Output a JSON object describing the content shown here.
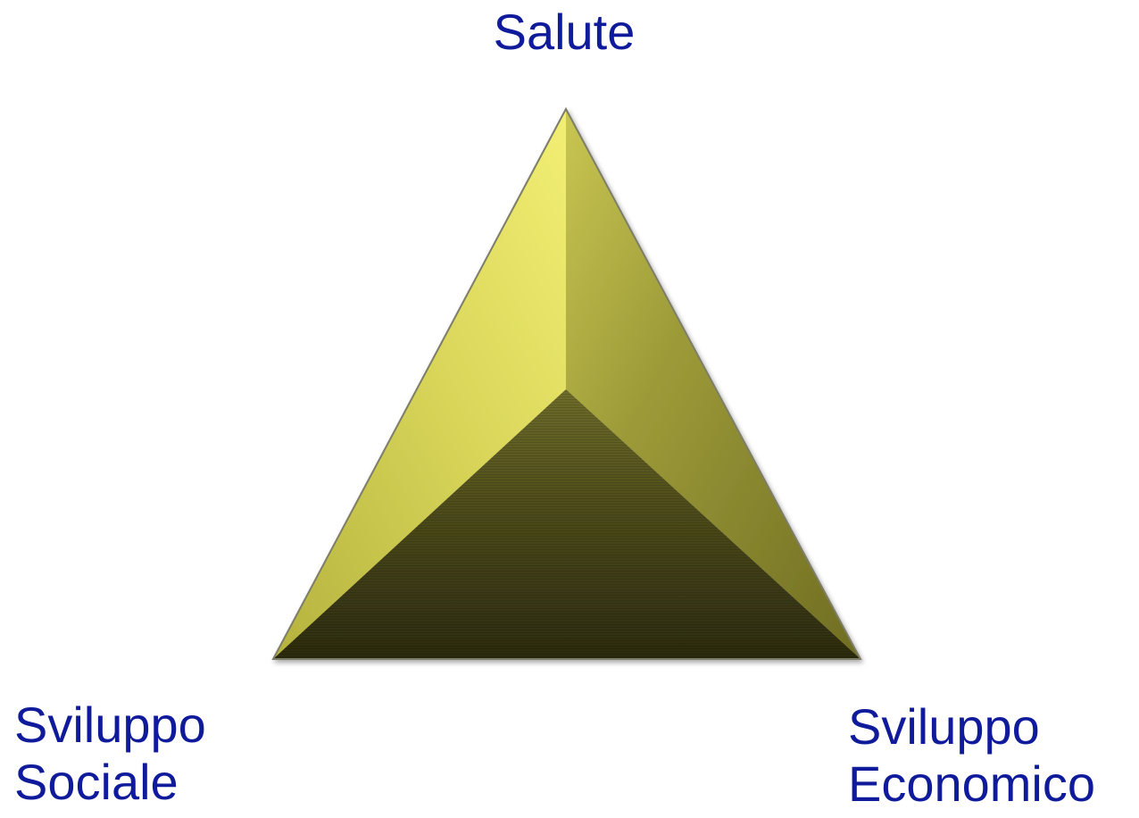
{
  "diagram": {
    "top_label": "Salute",
    "left_label": {
      "line1": "Sviluppo",
      "line2": "Sociale"
    },
    "right_label": {
      "line1": "Sviluppo",
      "line2": "Economico"
    }
  },
  "colors": {
    "label_text": "#0f1b9a",
    "face_left_light": "#e6e46a",
    "face_right": "#8c8a2e",
    "face_bottom_dark": "#2f2e12",
    "apex_highlight": "#ffff7a"
  }
}
